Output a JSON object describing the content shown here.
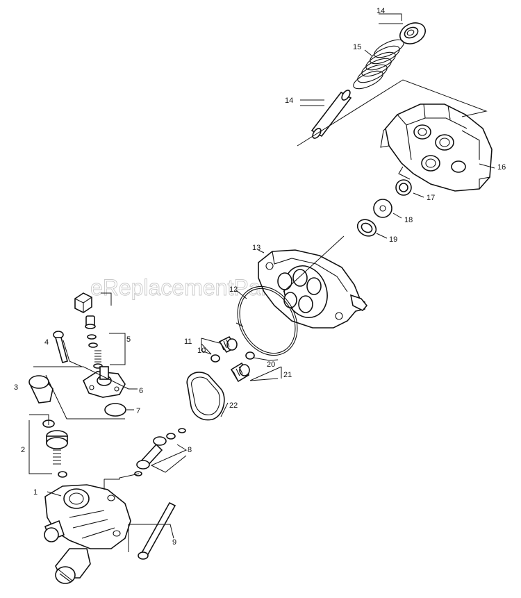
{
  "header_text": "",
  "watermark": "eReplacementParts.com",
  "part_labels": [
    {
      "id": "label-1",
      "text": "1"
    },
    {
      "id": "label-2",
      "text": "2"
    },
    {
      "id": "label-3",
      "text": "3"
    },
    {
      "id": "label-4",
      "text": "4"
    },
    {
      "id": "label-5",
      "text": "5"
    },
    {
      "id": "label-6",
      "text": "6"
    },
    {
      "id": "label-7",
      "text": "7"
    },
    {
      "id": "label-8",
      "text": "8"
    },
    {
      "id": "label-9",
      "text": "9"
    },
    {
      "id": "label-10",
      "text": "10"
    },
    {
      "id": "label-11",
      "text": "11"
    },
    {
      "id": "label-12",
      "text": "12"
    },
    {
      "id": "label-13",
      "text": "13"
    },
    {
      "id": "label-14a",
      "text": "14"
    },
    {
      "id": "label-14b",
      "text": "14"
    },
    {
      "id": "label-15",
      "text": "15"
    },
    {
      "id": "label-16",
      "text": "16"
    },
    {
      "id": "label-17",
      "text": "17"
    },
    {
      "id": "label-18",
      "text": "18"
    },
    {
      "id": "label-19",
      "text": "19"
    },
    {
      "id": "label-20",
      "text": "20"
    },
    {
      "id": "label-21",
      "text": "21"
    },
    {
      "id": "label-22",
      "text": "22"
    }
  ]
}
